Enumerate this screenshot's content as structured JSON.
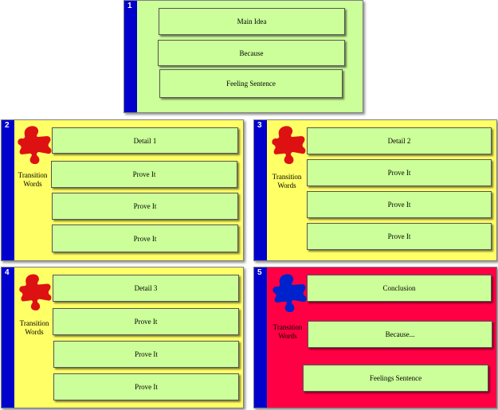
{
  "slides": [
    {
      "number": "1",
      "boxes": [
        "Main Idea",
        "Because",
        "Feeling Sentence"
      ]
    },
    {
      "number": "2",
      "side_label": [
        "Transition",
        "Words"
      ],
      "boxes": [
        "Detail 1",
        "Prove It",
        "Prove It",
        "Prove It"
      ]
    },
    {
      "number": "3",
      "side_label": [
        "Transition",
        "Words"
      ],
      "boxes": [
        "Detail 2",
        "Prove It",
        "Prove It",
        "Prove It"
      ]
    },
    {
      "number": "4",
      "side_label": [
        "Transition",
        "Words"
      ],
      "boxes": [
        "Detail 3",
        "Prove It",
        "Prove It",
        "Prove It"
      ]
    },
    {
      "number": "5",
      "side_label": [
        "Transition",
        "Words"
      ],
      "boxes": [
        "Conclusion",
        "Because...",
        "Feelings Sentence"
      ]
    }
  ],
  "colors": {
    "stripe": "#0000cc",
    "slide1_bg": "#ccff99",
    "detail_bg": "#ffff66",
    "conclusion_bg": "#ff0044",
    "box_fill": "#ccff99",
    "piece_red": "#dd1111",
    "piece_blue": "#0022cc"
  },
  "icons": [
    "puzzle-piece-icon"
  ]
}
